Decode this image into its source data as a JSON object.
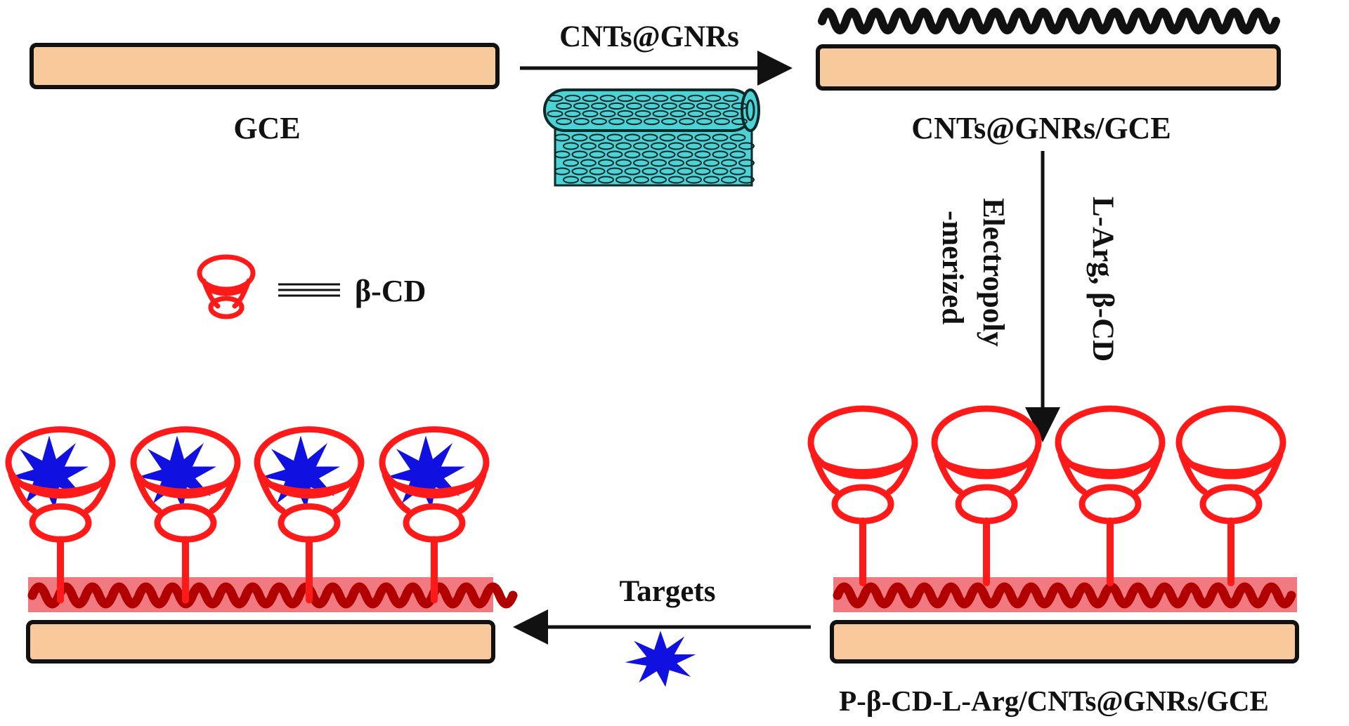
{
  "labels": {
    "gce": "GCE",
    "step1_reagent": "CNTs@GNRs",
    "cnts_gnrs_gce": "CNTs@GNRs/GCE",
    "step2_reagent": "L-Arg, β-CD",
    "step2_method_line1": "Electropoly",
    "step2_method_line2": "-merized",
    "legend_beta_cd": "β-CD",
    "step3_reagent": "Targets",
    "final_electrode": "P-β-CD-L-Arg/CNTs@GNRs/GCE"
  },
  "colors": {
    "electrode": "#f7c99b",
    "outline": "#111111",
    "cnt_wave_black": "#111111",
    "cnt_wave_red": "#b00000",
    "pink_band": "#f07a80",
    "cyclodextrin": "#ff1a1a",
    "target": "#1010e0",
    "nanotube": "#4dd2d6"
  },
  "icons": {
    "nanotube": "cnt-gnr-nanotube-icon",
    "cyclodextrin": "beta-cyclodextrin-icon",
    "target": "target-molecule-star-icon"
  }
}
